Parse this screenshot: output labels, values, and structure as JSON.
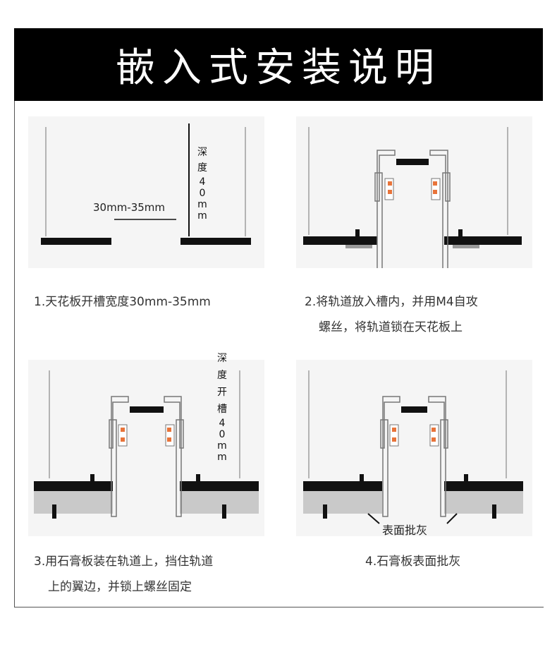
{
  "title": "嵌入式安装说明",
  "panel1": {
    "width_label": "30mm-35mm",
    "depth_label_chars": [
      "深",
      "度",
      "4",
      "0",
      "m",
      "m"
    ]
  },
  "panel3": {
    "depth_label_chars": [
      "深",
      "度",
      "开",
      "槽",
      "4",
      "0",
      "m",
      "m"
    ]
  },
  "panel4": {
    "plaster_label": "表面批灰"
  },
  "captions": {
    "step1": "1.天花板开槽宽度30mm-35mm",
    "step2_line1": "2.将轨道放入槽内，并用M4自攻",
    "step2_line2": "螺丝，将轨道锁在天花板上",
    "step3_line1": "3.用石膏板装在轨道上，挡住轨道",
    "step3_line2": "上的翼边，并锁上螺丝固定",
    "step4": "4.石膏板表面批灰"
  },
  "colors": {
    "header_bg": "#000000",
    "accent_orange": "#e8743a",
    "board": "#111111",
    "gypsum": "#c9c9c9"
  }
}
